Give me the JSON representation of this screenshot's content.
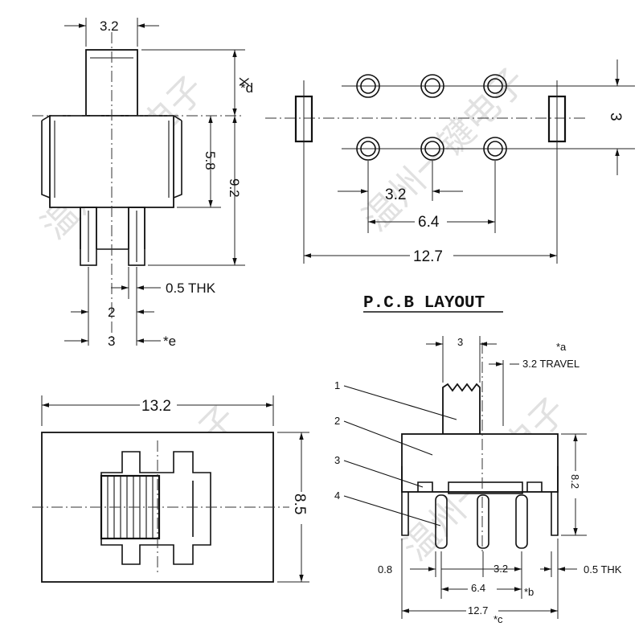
{
  "watermark": "温州一键电子",
  "side_view": {
    "top_width": "3.2",
    "x_d": "X",
    "x_d_suffix": "*d",
    "h_58": "5.8",
    "h_92": "9.2",
    "thk": "0.5 THK",
    "pin_2": "2",
    "pin_3": "3",
    "pin_3_suffix": "*e"
  },
  "pcb": {
    "title": "P.C.B LAYOUT",
    "d_32": "3.2",
    "d_64": "6.4",
    "d_127": "12.7",
    "d_3": "3"
  },
  "top_view": {
    "width": "13.2",
    "height": "8.5"
  },
  "front_view": {
    "callouts": [
      "1",
      "2",
      "3",
      "4"
    ],
    "d_3": "3",
    "travel_star": "*a",
    "travel": "3.2 TRAVEL",
    "h_82": "8.2",
    "d_08": "0.8",
    "d_32": "3.2",
    "thk": "0.5 THK",
    "d_64": "6.4",
    "d_64_suffix": "*b",
    "d_127": "12.7",
    "d_127_suffix": "*c"
  }
}
